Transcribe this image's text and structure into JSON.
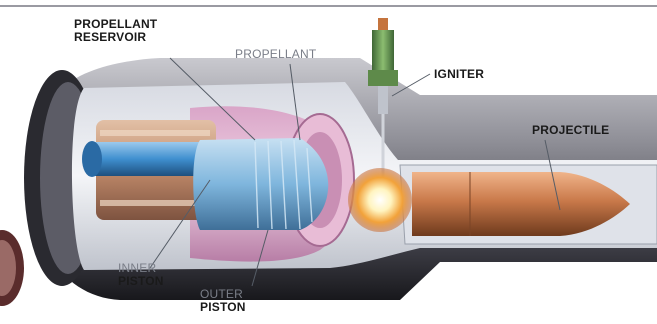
{
  "diagram": {
    "labels": {
      "propellant_reservoir_line1": "PROPELLANT",
      "propellant_reservoir_line2": "RESERVOIR",
      "propellant": "PROPELLANT",
      "igniter": "IGNITER",
      "projectile": "PROJECTILE",
      "inner_piston_line1": "INNER",
      "inner_piston_line2": "PISTON",
      "outer_piston_line1": "OUTER",
      "outer_piston_line2": "PISTON"
    },
    "colors": {
      "barrel": "#8e8e96",
      "barrel_dark": "#2a2a30",
      "bore": "#e7e9ee",
      "propellant_chamber": "#d9a2c6",
      "inner_piston": "#3f8fcf",
      "outer_piston": "#7fb6dd",
      "projectile": "#c9794a",
      "igniter_flash": "#fff4c0",
      "igniter_body": "#6d9a58"
    }
  }
}
